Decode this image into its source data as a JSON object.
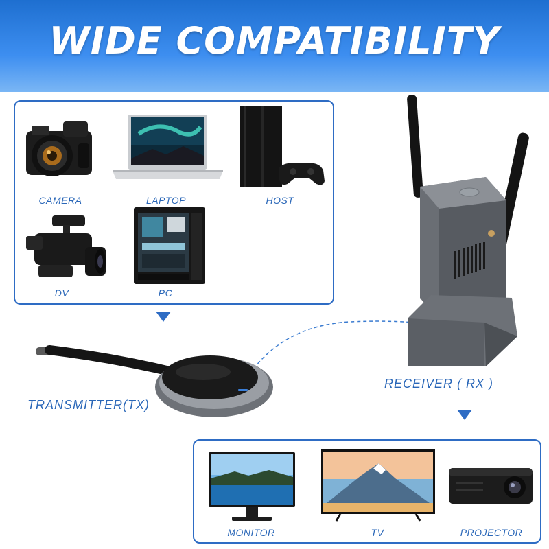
{
  "banner": {
    "title": "WIDE COMPATIBILITY"
  },
  "sources": {
    "camera": "CAMERA",
    "laptop": "LAPTOP",
    "host": "HOST",
    "dv": "DV",
    "pc": "PC"
  },
  "transmitter": {
    "label": "TRANSMITTER(TX)"
  },
  "receiver": {
    "label": "RECEIVER ( RX )"
  },
  "displays": {
    "monitor": "MONITOR",
    "tv": "TV",
    "projector": "PROJECTOR"
  },
  "colors": {
    "accent": "#2e6cc4",
    "banner": "#3d8ef0",
    "label_text": "#2a67b8"
  }
}
